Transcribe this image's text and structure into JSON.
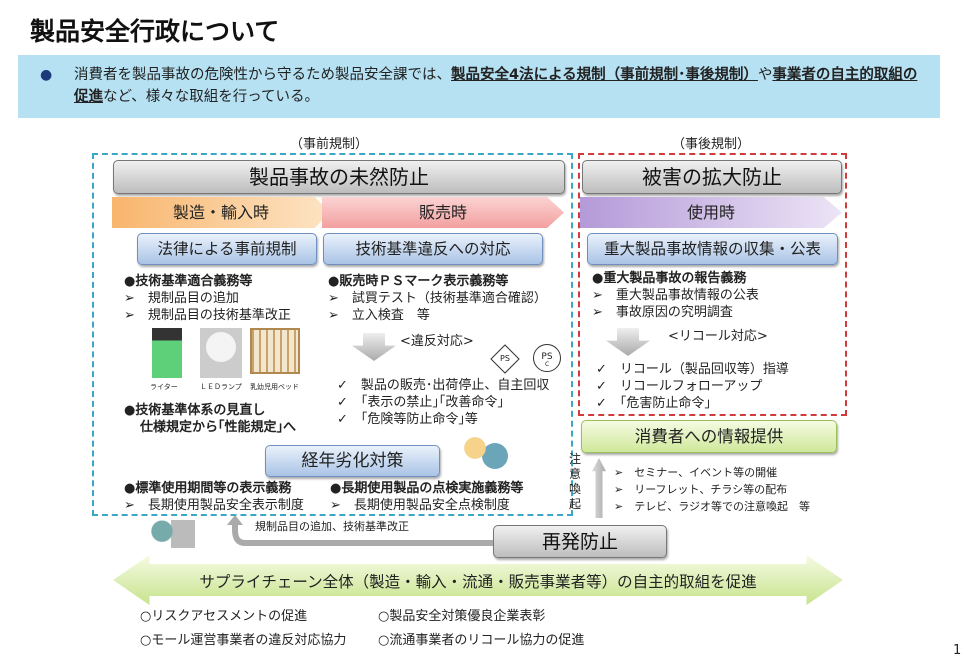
{
  "title": "製品安全行政について",
  "banner": {
    "prefix": "消費者を製品事故の危険性から守るため製品安全課では、",
    "em1": "製品安全4法による規制（事前規制･事後規制）",
    "mid": "や",
    "em2": "事業者の自主的取組の促進",
    "suffix": "など、様々な取組を行っている。"
  },
  "pre": {
    "label": "（事前規制）",
    "header": "製品事故の未然防止",
    "band1": "製造・輸入時",
    "band2": "販売時",
    "btn1": "法律による事前規制",
    "btn2": "技術基準違反への対応",
    "col1": {
      "head": "●技術基準適合義務等",
      "items": [
        "➢　規制品目の追加",
        "➢　規制品目の技術基準改正"
      ],
      "images": [
        "ライター",
        "ＬＥＤランプ",
        "乳幼児用ベッド"
      ],
      "head2": "●技術基準体系の見直し",
      "sub2": "仕様規定から｢性能規定｣へ"
    },
    "col2": {
      "head": "●販売時ＰＳマーク表示義務等",
      "items": [
        "➢　試買テスト（技術基準適合確認）",
        "➢　立入検査　等"
      ],
      "violation": "<違反対応>",
      "ps": "PS",
      "ps_c": "C",
      "checks": [
        "✓　製品の販売･出荷停止、自主回収",
        "✓　｢表示の禁止｣｢改善命令｣",
        "✓　｢危険等防止命令｣等"
      ]
    },
    "aging": "経年劣化対策",
    "aging_l_head": "●標準使用期間等の表示義務",
    "aging_l_item": "➢　長期使用製品安全表示制度",
    "aging_r_head": "●長期使用製品の点検実施義務等",
    "aging_r_item": "➢　長期使用製品安全点検制度"
  },
  "post": {
    "label": "（事後規制）",
    "header": "被害の拡大防止",
    "band": "使用時",
    "btn": "重大製品事故情報の収集・公表",
    "head": "●重大製品事故の報告義務",
    "items": [
      "➢　重大製品事故情報の公表",
      "➢　事故原因の究明調査"
    ],
    "recall": "<リコール対応>",
    "checks": [
      "✓　リコール（製品回収等）指導",
      "✓　リコールフォローアップ",
      "✓　｢危害防止命令｣"
    ]
  },
  "info": {
    "box": "消費者への情報提供",
    "vertical": "注意喚起",
    "items": [
      "➢　セミナー、イベント等の開催",
      "➢　リーフレット、チラシ等の配布",
      "➢　テレビ、ラジオ等での注意喚起　等"
    ]
  },
  "recurrence": "再発防止",
  "feedback": "規制品目の追加、技術基準改正",
  "supply": "サプライチェーン全体（製造・輸入・流通・販売事業者等）の自主的取組を促進",
  "bottom": [
    "○リスクアセスメントの促進",
    "○製品安全対策優良企業表彰",
    "○モール運営事業者の違反対応協力",
    "○流通事業者のリコール協力の促進"
  ],
  "page": "1"
}
